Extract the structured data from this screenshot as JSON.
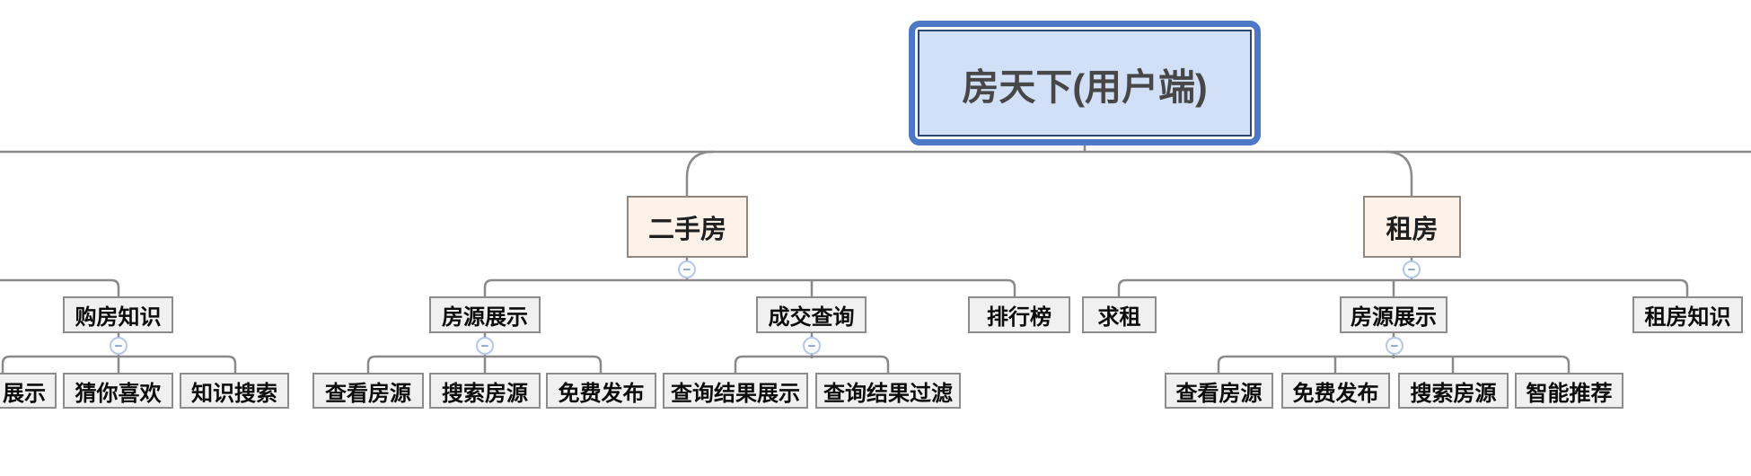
{
  "mindmap": {
    "root": {
      "label": "房天下(用户端)"
    },
    "branches": [
      {
        "label": "二手房",
        "children": [
          {
            "label": "房源展示",
            "children": [
              {
                "label": "查看房源"
              },
              {
                "label": "搜索房源"
              },
              {
                "label": "免费发布"
              }
            ]
          },
          {
            "label": "成交查询",
            "children": [
              {
                "label": "查询结果展示"
              },
              {
                "label": "查询结果过滤"
              }
            ]
          },
          {
            "label": "排行榜"
          }
        ]
      },
      {
        "label": "租房",
        "children": [
          {
            "label": "求租"
          },
          {
            "label": "房源展示",
            "children": [
              {
                "label": "查看房源"
              },
              {
                "label": "免费发布"
              },
              {
                "label": "搜索房源"
              },
              {
                "label": "智能推荐"
              }
            ]
          },
          {
            "label": "租房知识"
          }
        ]
      }
    ],
    "partially_visible_branch": {
      "label": "购房知识",
      "children": [
        {
          "label": "展示"
        },
        {
          "label": "猜你喜欢"
        },
        {
          "label": "知识搜索"
        }
      ]
    },
    "icons": {
      "collapse_minus": "−"
    },
    "colors": {
      "root_fill": "#d1e0f7",
      "root_border_outer": "#4d78c8",
      "root_border_inner": "#2c4770",
      "branch_fill": "#fdf2e9",
      "branch_border": "#8e8880",
      "node_fill": "#f0f0f0",
      "node_border": "#8c8c8c",
      "connector": "#8a8a8a",
      "collapse_ring": "#b5c7ea",
      "collapse_glyph": "#7f97c4"
    }
  }
}
